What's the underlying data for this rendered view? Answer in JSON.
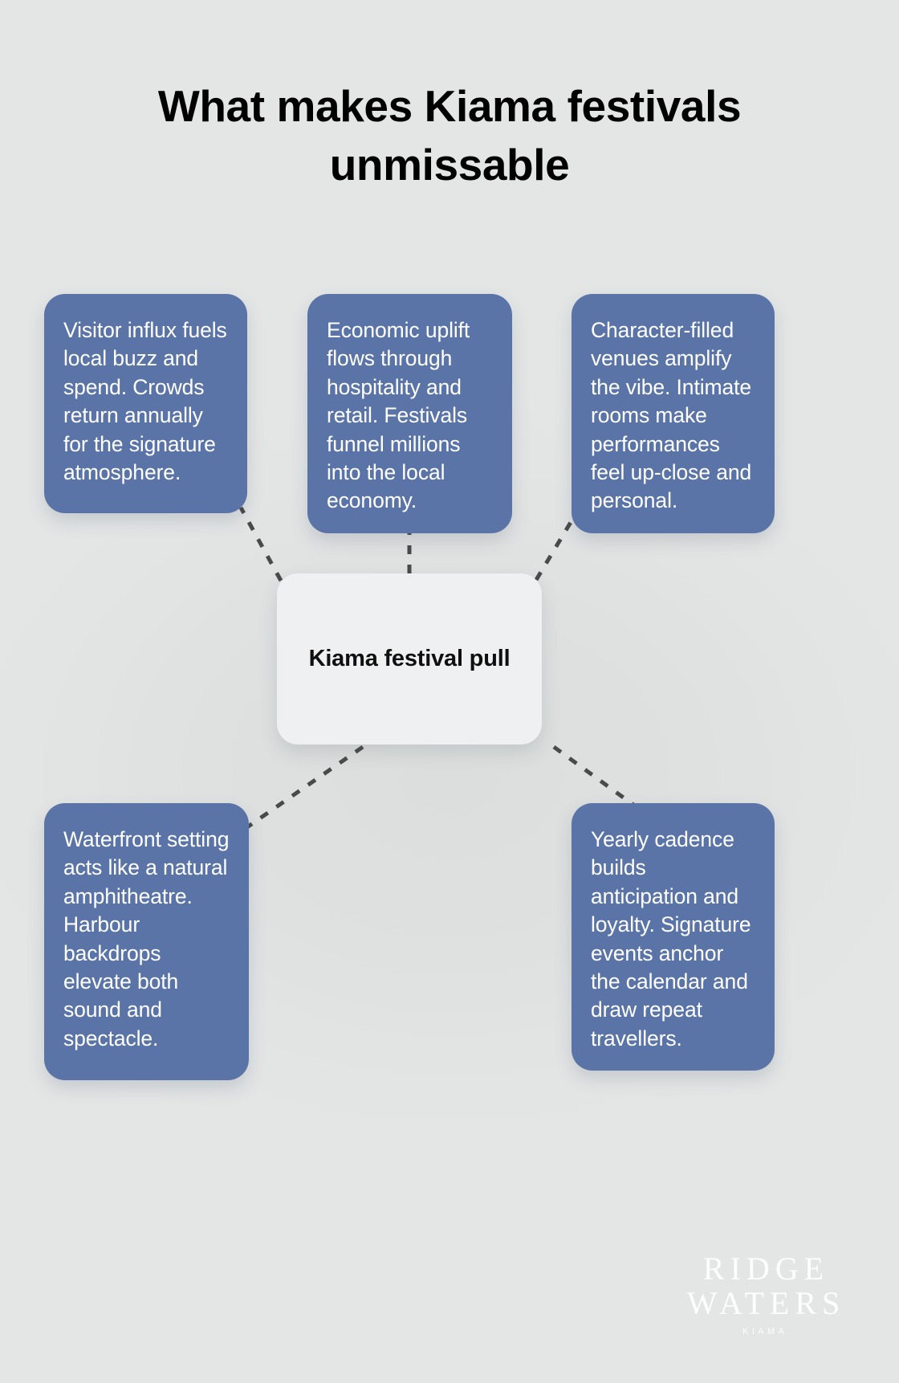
{
  "page": {
    "title": "What makes Kiama festivals unmissable",
    "background_color": "#e2e4e4"
  },
  "colors": {
    "node_fill": "#5b74a8",
    "node_text": "#ffffff",
    "center_fill": "#eff0f2",
    "center_text": "#101010",
    "connector": "#4a4a4a",
    "title_text": "#000000"
  },
  "diagram": {
    "type": "mind-map",
    "center": {
      "label": "Kiama festival pull"
    },
    "nodes": [
      {
        "id": "visitor-influx",
        "position": "top-left",
        "text": "Visitor influx fuels local buzz and spend. Crowds return annually for the signature atmosphere."
      },
      {
        "id": "economic-uplift",
        "position": "top-center",
        "text": "Economic uplift flows through hospitality and retail. Festivals funnel millions into the local economy."
      },
      {
        "id": "character-venues",
        "position": "top-right",
        "text": "Character-filled venues amplify the vibe. Intimate rooms make performances feel up-close and personal."
      },
      {
        "id": "waterfront-setting",
        "position": "bottom-left",
        "text": "Waterfront setting acts like a natural amphitheatre. Harbour backdrops elevate both sound and spectacle."
      },
      {
        "id": "yearly-cadence",
        "position": "bottom-right",
        "text": "Yearly cadence builds anticipation and loyalty. Signature events anchor the calendar and draw repeat travellers."
      }
    ],
    "connectors": [
      {
        "from": "center",
        "to": "visitor-influx",
        "style": "dashed"
      },
      {
        "from": "center",
        "to": "economic-uplift",
        "style": "dashed"
      },
      {
        "from": "center",
        "to": "character-venues",
        "style": "dashed"
      },
      {
        "from": "center",
        "to": "waterfront-setting",
        "style": "dashed"
      },
      {
        "from": "center",
        "to": "yearly-cadence",
        "style": "dashed"
      }
    ]
  },
  "watermark": {
    "line1": "RIDGE",
    "line2": "WATERS",
    "sub": "KIAMA"
  }
}
